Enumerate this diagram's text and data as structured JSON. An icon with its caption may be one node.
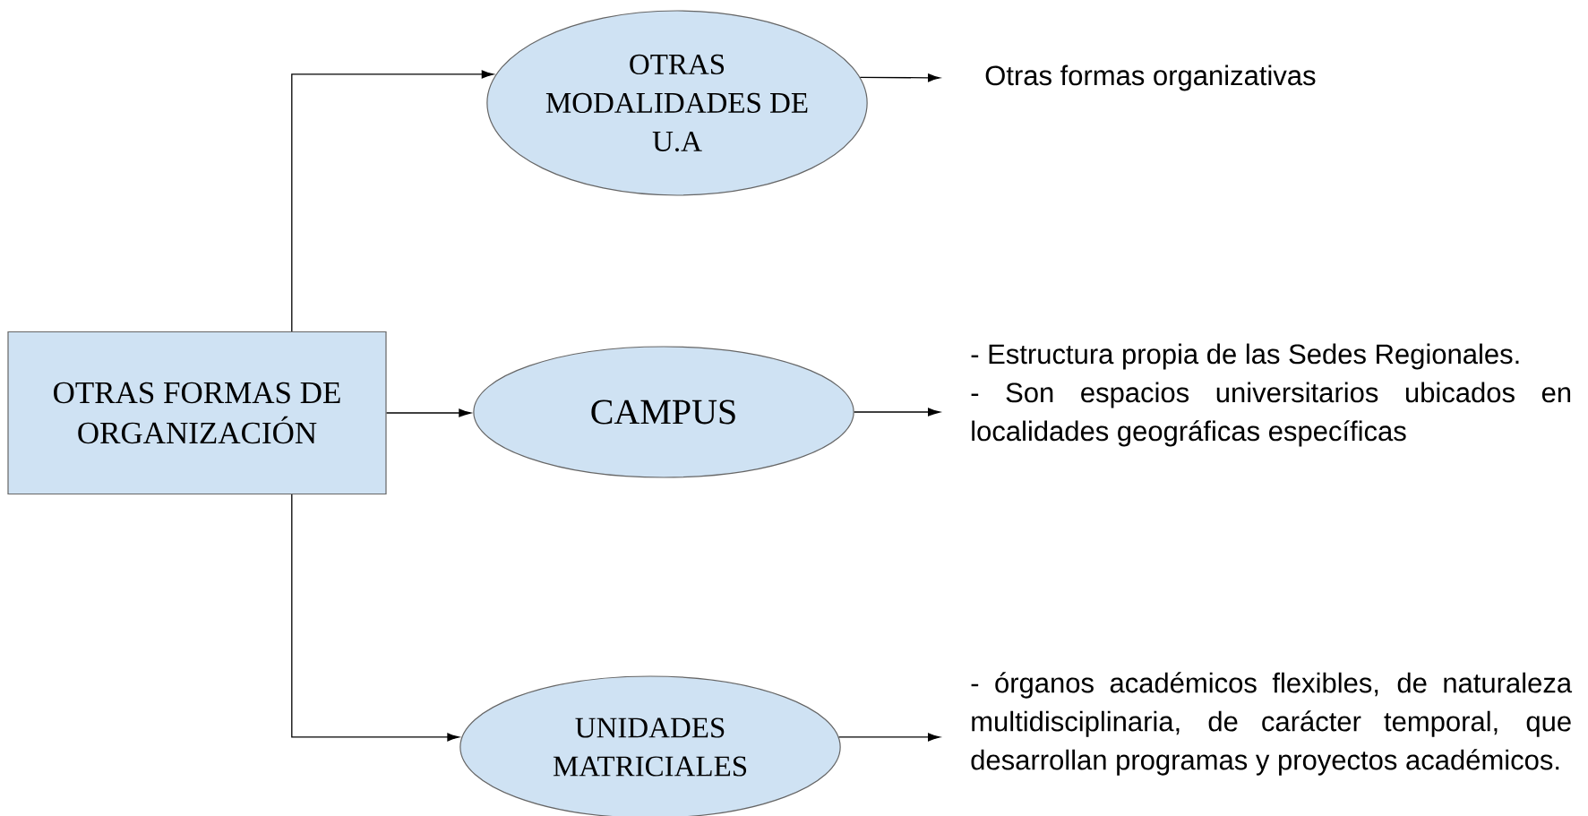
{
  "diagram": {
    "nodes": [
      {
        "text": [
          "OTRAS FORMAS DE ORGANIZACIÓN"
        ]
      },
      {
        "text": [
          "OTRAS MODALIDADES DE U.A"
        ]
      },
      {
        "text": [
          "CAMPUS"
        ]
      },
      {
        "text": [
          "UNIDADES MATRICIALES"
        ]
      },
      {
        "text": [
          "Otras formas organizativas"
        ]
      },
      {
        "text": [
          "- Estructura propia de las Sedes Regionales.",
          "- Son espacios universitarios ubicados en localidades geográficas específicas"
        ]
      },
      {
        "text": [
          "- órganos académicos flexibles, de naturaleza multidisciplinaria, de carácter temporal, que desarrollan programas y proyectos académicos."
        ]
      }
    ],
    "edges": [
      {
        "from": 0,
        "to": 1,
        "arrow": "to"
      },
      {
        "from": 0,
        "to": 2,
        "arrow": "to"
      },
      {
        "from": 0,
        "to": 3,
        "arrow": "to"
      },
      {
        "from": 1,
        "to": 4,
        "arrow": "to"
      },
      {
        "from": 2,
        "to": 5,
        "arrow": "to"
      },
      {
        "from": 3,
        "to": 6,
        "arrow": "to"
      }
    ]
  }
}
